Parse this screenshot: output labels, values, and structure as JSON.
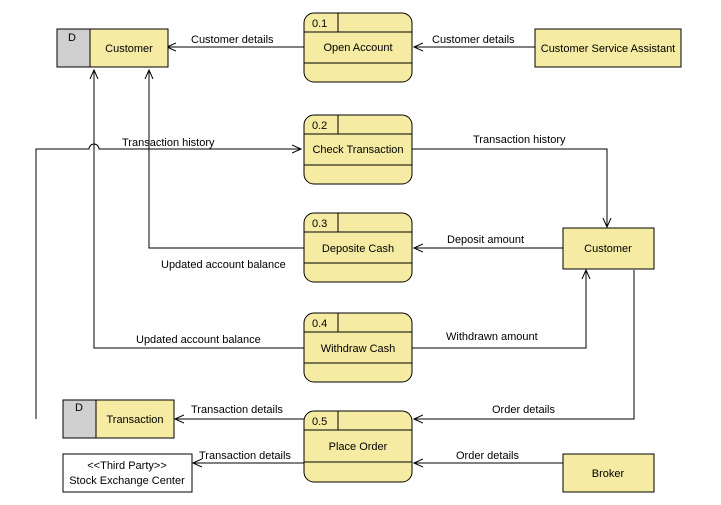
{
  "datastores": {
    "customer": {
      "id": "D",
      "name": "Customer"
    },
    "transaction": {
      "id": "D",
      "name": "Transaction"
    }
  },
  "processes": [
    {
      "number": "0.1",
      "name": "Open Account"
    },
    {
      "number": "0.2",
      "name": "Check Transaction"
    },
    {
      "number": "0.3",
      "name": "Deposite Cash"
    },
    {
      "number": "0.4",
      "name": "Withdraw Cash"
    },
    {
      "number": "0.5",
      "name": "Place Order"
    }
  ],
  "entities": {
    "assistant": "Customer Service Assistant",
    "customer": "Customer",
    "broker": "Broker",
    "exchange_stereotype": "<<Third Party>>",
    "exchange_name": "Stock Exchange Center"
  },
  "flows": {
    "customer_details_left": "Customer details",
    "customer_details_right": "Customer details",
    "transaction_history_left": "Transaction history",
    "transaction_history_right": "Transaction history",
    "deposit_amount": "Deposit amount",
    "updated_balance_deposit": "Updated account balance",
    "updated_balance_withdraw": "Updated account balance",
    "withdrawn_amount": "Withdrawn amount",
    "transaction_details_store": "Transaction details",
    "transaction_details_exchange": "Transaction details",
    "order_details_customer": "Order details",
    "order_details_broker": "Order details"
  },
  "colors": {
    "fill": "#f5eba3",
    "store_id_fill": "#d0d0d0",
    "stroke": "#000000"
  }
}
